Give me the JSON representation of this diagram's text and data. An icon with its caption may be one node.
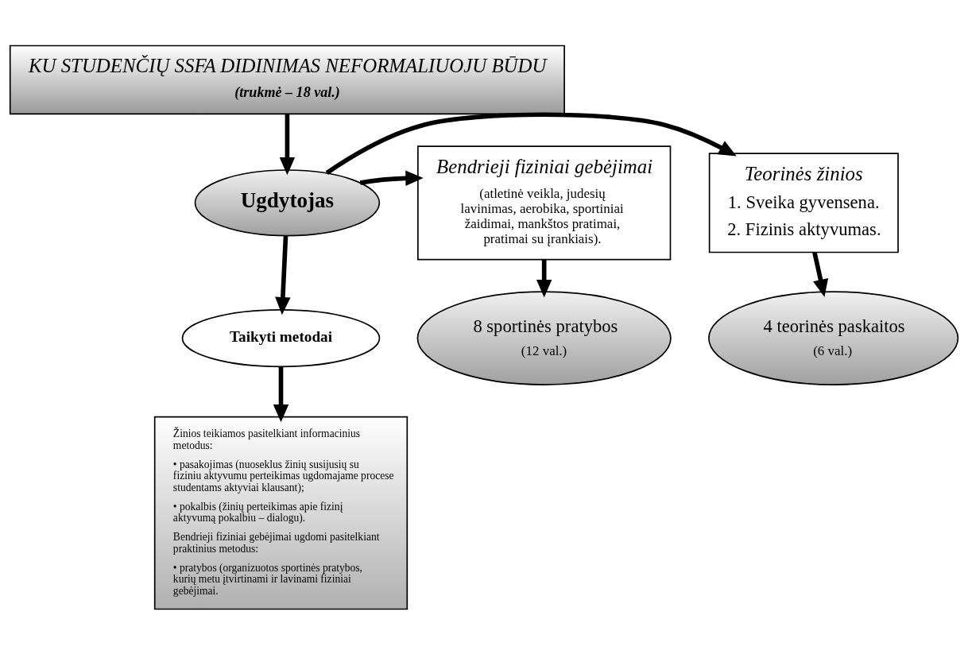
{
  "diagram": {
    "nodes": [
      {
        "text": [
          "KU STUDENČIŲ SSFA DIDINIMAS NEFORMALIUOJU BŪDU",
          "(trukmė – 18 val.)"
        ]
      },
      {
        "text": [
          "Teorinės žinios",
          "1. Sveika gyvensena.",
          "2. Fizinis aktyvumas."
        ]
      },
      {
        "text": [
          "Ugdytojas"
        ]
      },
      {
        "text": [
          "Bendrieji fiziniai gebėjimai",
          "(atletinė veikla, judesių lavinimas, aerobika, sportiniai žaidimai, mankštos pratimai, pratimai su įrankiais)."
        ]
      },
      {
        "text": [
          "Taikyti metodai"
        ]
      },
      {
        "text": [
          "Žinios teikiamos pasitelkiant informacinius metodus:",
          "• pasakojimas (nuoseklus žinių susijusių su fiziniu aktyvumu perteikimas ugdomajame procese studentams aktyviai klausant);",
          "• pokalbis (žinių perteikimas apie fizinį aktyvumą pokalbiu – dialogu).",
          "Bendrieji fiziniai gebėjimai ugdomi pasitelkiant praktinius metodus:",
          "• pratybos (organizuotos sportinės pratybos, kurių metu įtvirtinami ir lavinami fiziniai gebėjimai."
        ]
      },
      {
        "text": [
          "4 teorinės paskaitos",
          "(6 val.)"
        ]
      },
      {
        "text": [
          "8 sportinės pratybos",
          "(12 val.)"
        ]
      }
    ],
    "edges": [
      {
        "from": 0,
        "to": 2,
        "arrow": "to"
      },
      {
        "from": 2,
        "to": 1,
        "arrow": "to"
      },
      {
        "from": 2,
        "to": 3,
        "arrow": "to"
      },
      {
        "from": 2,
        "to": 4,
        "arrow": "to"
      },
      {
        "from": 4,
        "to": 5,
        "arrow": "to"
      },
      {
        "from": 1,
        "to": 6,
        "arrow": "to"
      },
      {
        "from": 3,
        "to": 7,
        "arrow": "to"
      }
    ]
  }
}
